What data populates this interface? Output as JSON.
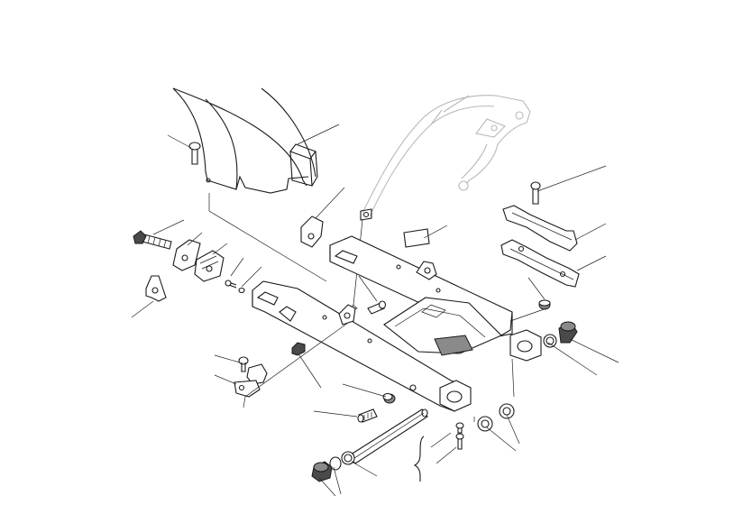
{
  "diagram": {
    "title": "",
    "parts": [
      {
        "id": "mudguard",
        "icon": "rear-mudguard"
      },
      {
        "id": "frame",
        "icon": "rear-subframe"
      },
      {
        "id": "swingarm",
        "icon": "swingarm"
      },
      {
        "id": "pivot-shaft",
        "icon": "pivot-shaft"
      },
      {
        "id": "chain-guide-upper",
        "icon": "chain-guide"
      },
      {
        "id": "chain-guide-lower",
        "icon": "chain-guide"
      },
      {
        "id": "bushings",
        "icon": "bushing"
      },
      {
        "id": "fasteners",
        "icon": "bolt"
      }
    ],
    "colors": {
      "line": "#1a1a1a",
      "ghost": "#b8b8b8",
      "fill": "#4a4a4a"
    }
  }
}
